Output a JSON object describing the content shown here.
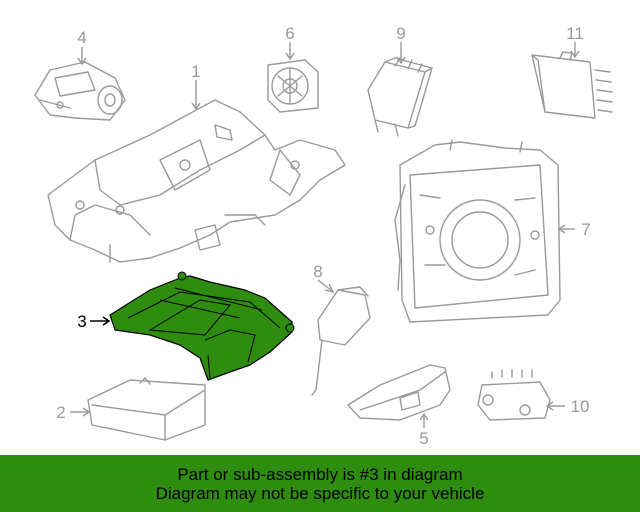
{
  "callouts": {
    "c1": "1",
    "c2": "2",
    "c3": "3",
    "c4": "4",
    "c5": "5",
    "c6": "6",
    "c7": "7",
    "c8": "8",
    "c9": "9",
    "c10": "10",
    "c11": "11"
  },
  "highlight_part": "3",
  "colors": {
    "banner_bg": "#2e8c0f",
    "highlight_fill": "#2e8c0f",
    "line_gray": "#9a9a9a"
  },
  "banner": {
    "line1": "Part or sub-assembly is #3 in diagram",
    "line2": "Diagram may not be specific to your vehicle"
  }
}
